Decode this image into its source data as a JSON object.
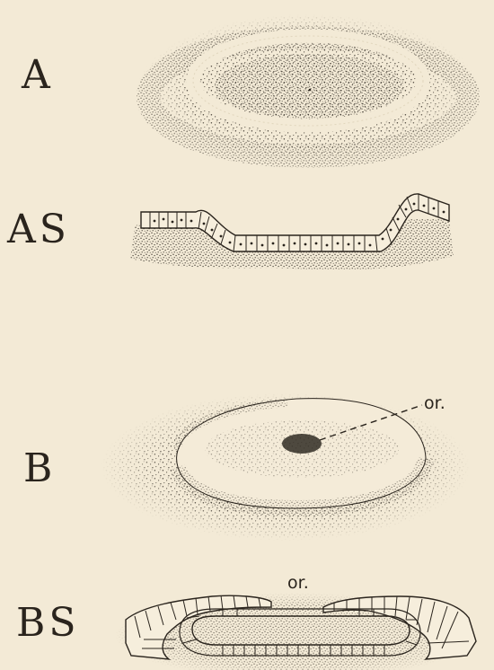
{
  "figures": [
    {
      "label": "A"
    },
    {
      "label": "AS"
    },
    {
      "label": "B",
      "annotation": "or."
    },
    {
      "label": "BS",
      "annotation": "or."
    }
  ],
  "colors": {
    "background": "#f3ead6",
    "ink": "#2a241d"
  }
}
